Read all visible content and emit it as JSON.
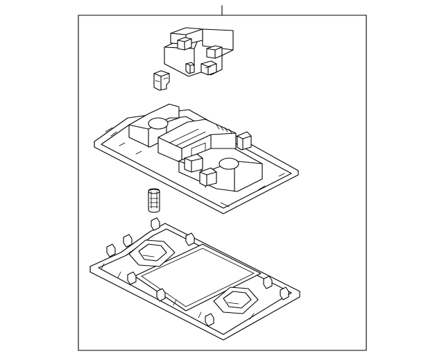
{
  "diagram": {
    "kind": "exploded parts illustration",
    "colors": {
      "line": "#000000",
      "background": "#ffffff"
    },
    "parts": [
      {
        "name": "switch-module"
      },
      {
        "name": "small-clip"
      },
      {
        "name": "lamp-housing"
      },
      {
        "name": "bulb"
      },
      {
        "name": "lens-cover"
      }
    ]
  }
}
